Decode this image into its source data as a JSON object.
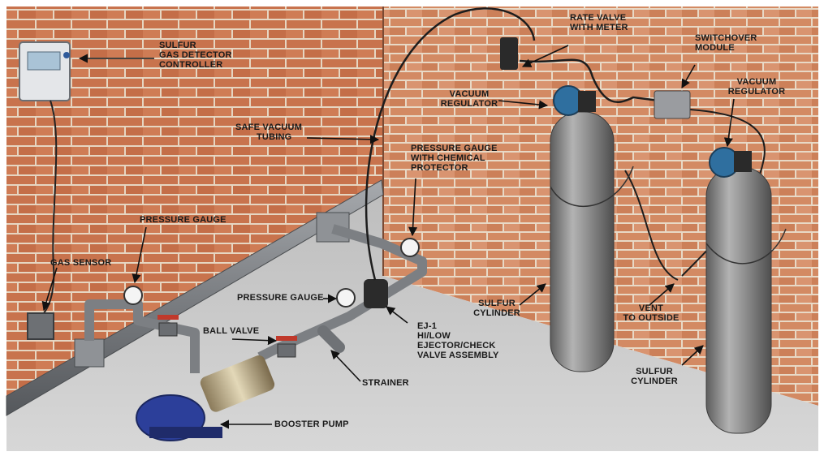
{
  "diagram": {
    "title": "",
    "labels": {
      "sulfur_gas_detector_controller": [
        "SULFUR",
        "GAS  DETECTOR",
        "CONTROLLER"
      ],
      "gas_sensor": [
        "GAS SENSOR"
      ],
      "pressure_gauge_left": [
        "PRESSURE GAUGE"
      ],
      "pressure_gauge_center": [
        "PRESSURE GAUGE"
      ],
      "safe_vacuum_tubing": [
        "SAFE VACUUM",
        "TUBING"
      ],
      "pressure_gauge_with_chemical_protector": [
        "PRESSURE GAUGE",
        "WITH CHEMICAL",
        "PROTECTOR"
      ],
      "rate_valve_with_meter": [
        "RATE VALVE",
        "WITH METER"
      ],
      "switchover_module": [
        "SWITCHOVER",
        "MODULE"
      ],
      "vacuum_regulator_left": [
        "VACUUM",
        "REGULATOR"
      ],
      "vacuum_regulator_right": [
        "VACUUM",
        "REGULATOR"
      ],
      "ball_valve": [
        "BALL VALVE"
      ],
      "ejector_check_valve_assembly": [
        "EJ-1",
        "HI/LOW",
        "EJECTOR/CHECK",
        "VALVE ASSEMBLY"
      ],
      "strainer": [
        "STRAINER"
      ],
      "booster_pump": [
        "BOOSTER PUMP"
      ],
      "sulfur_cylinder_left": [
        "SULFUR",
        "CYLINDER"
      ],
      "sulfur_cylinder_right": [
        "SULFUR",
        "CYLINDER"
      ],
      "vent_to_outside": [
        "VENT",
        "TO OUTSIDE"
      ]
    },
    "colors": {
      "brick": "#c9744e",
      "mortar": "#e8d8c4",
      "floor": "#cfcfcf",
      "cylinder": "#8c8c8c",
      "regulator_blue": "#2f6f9f",
      "pump_blue": "#2c3f9a",
      "valve_red": "#c0392b",
      "pipe_gray": "#7f8286"
    }
  }
}
